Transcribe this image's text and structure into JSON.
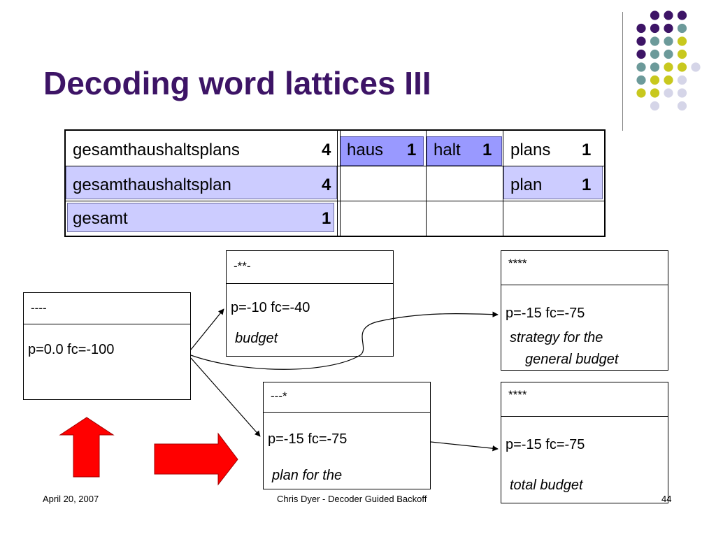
{
  "slide": {
    "title": "Decoding word lattices III",
    "footer": {
      "date": "April 20, 2007",
      "center": "Chris Dyer - Decoder Guided Backoff",
      "page": "44"
    }
  },
  "lattice": {
    "r1": {
      "c1": {
        "word": "gesamthaushaltsplans",
        "num": "4"
      },
      "c2": {
        "word": "haus",
        "num": "1"
      },
      "c3": {
        "word": "halt",
        "num": "1"
      },
      "c4": {
        "word": "plans",
        "num": "1"
      }
    },
    "r2": {
      "c1": {
        "word": "gesamthaushaltsplan",
        "num": "4"
      },
      "c4": {
        "word": "plan",
        "num": "1"
      }
    },
    "r3": {
      "c1": {
        "word": "gesamt",
        "num": "1"
      }
    }
  },
  "states": {
    "s0": {
      "coverage": "----",
      "score": "p=0.0  fc=-100",
      "phrase": ""
    },
    "s1": {
      "coverage": "-**-",
      "score": "p=-10  fc=-40",
      "phrase": "budget"
    },
    "s2": {
      "coverage": "****",
      "score": "p=-15  fc=-75",
      "phrase": "strategy for the",
      "phrase2": "general budget"
    },
    "s3": {
      "coverage": "---*",
      "score": "p=-15  fc=-75",
      "phrase": "plan for the"
    },
    "s4": {
      "coverage": "****",
      "score": "p=-15  fc=-75",
      "phrase": "total budget"
    }
  },
  "colors": {
    "title": "#3d1466",
    "dotPurple": "#3d1466",
    "dotTeal": "#6c9a9a",
    "dotYellow": "#c8c81e",
    "dotLavender": "#d5d5e8",
    "highlight": "#ccccff",
    "highlightStrong": "#9999ff",
    "arrowRed": "#ff0000"
  }
}
